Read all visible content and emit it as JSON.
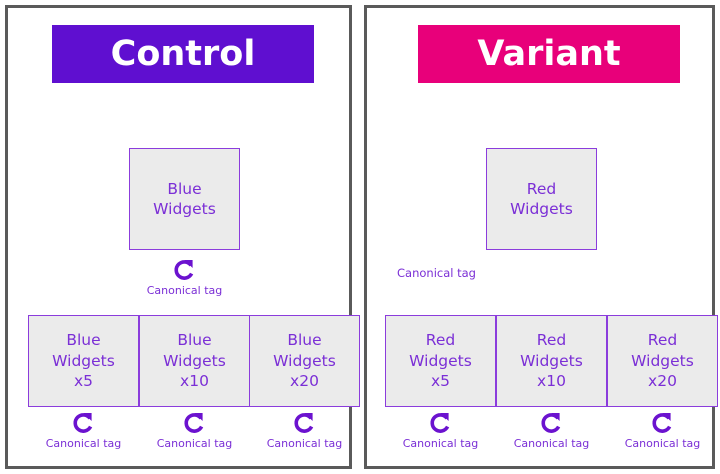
{
  "colors": {
    "control_banner": "#5f0fd0",
    "variant_banner": "#e8007a",
    "box_fill": "#ebebeb",
    "box_border": "#8b3cdc",
    "text_purple": "#7b2fd6",
    "panel_border": "#5a5a5a",
    "arrow": "#6b21c8"
  },
  "panels": [
    {
      "id": "control",
      "banner": "Control",
      "source_box": {
        "line1": "Blue",
        "line2": "Widgets"
      },
      "source_tag": {
        "icon": "canonical-tag-loop-icon",
        "label": "Canonical tag"
      },
      "variant_boxes": [
        {
          "line1": "Blue",
          "line2": "Widgets",
          "line3": "x5"
        },
        {
          "line1": "Blue",
          "line2": "Widgets",
          "line3": "x10"
        },
        {
          "line1": "Blue",
          "line2": "Widgets",
          "line3": "x20"
        }
      ],
      "variant_tags": [
        {
          "icon": "canonical-tag-loop-icon",
          "label": "Canonical tag"
        },
        {
          "icon": "canonical-tag-loop-icon",
          "label": "Canonical tag"
        },
        {
          "icon": "canonical-tag-loop-icon",
          "label": "Canonical tag"
        }
      ]
    },
    {
      "id": "variant",
      "banner": "Variant",
      "source_box": {
        "line1": "Red",
        "line2": "Widgets"
      },
      "arrow_annotation": {
        "label": "Canonical tag",
        "icon": "diagonal-arrow-icon"
      },
      "variant_boxes": [
        {
          "line1": "Red",
          "line2": "Widgets",
          "line3": "x5"
        },
        {
          "line1": "Red",
          "line2": "Widgets",
          "line3": "x10"
        },
        {
          "line1": "Red",
          "line2": "Widgets",
          "line3": "x20"
        }
      ],
      "variant_tags": [
        {
          "icon": "canonical-tag-loop-icon",
          "label": "Canonical tag"
        },
        {
          "icon": "canonical-tag-loop-icon",
          "label": "Canonical tag"
        },
        {
          "icon": "canonical-tag-loop-icon",
          "label": "Canonical tag"
        }
      ]
    }
  ]
}
